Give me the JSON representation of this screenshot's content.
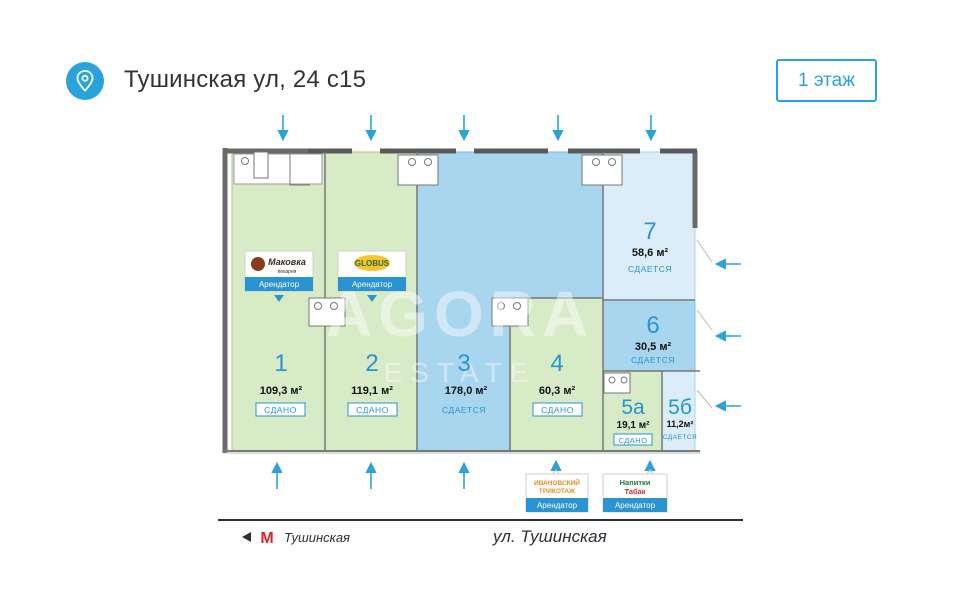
{
  "header": {
    "address": "Тушинская ул, 24 с15",
    "floor": "1 этаж",
    "location_icon": "map-pin-icon"
  },
  "units": [
    {
      "id": "1",
      "area": "109,3 м²",
      "status": "СДАНО"
    },
    {
      "id": "2",
      "area": "119,1 м²",
      "status": "СДАНО"
    },
    {
      "id": "3",
      "area": "178,0 м²",
      "status": "СДАЕТСЯ"
    },
    {
      "id": "4",
      "area": "60,3 м²",
      "status": "СДАНО"
    },
    {
      "id": "5а",
      "area": "19,1 м²",
      "status": "СДАНО"
    },
    {
      "id": "5б",
      "area": "11,2м²",
      "status": "СДАЕТСЯ"
    },
    {
      "id": "6",
      "area": "30,5 м²",
      "status": "СДАЕТСЯ"
    },
    {
      "id": "7",
      "area": "58,6 м²",
      "status": "СДАЕТСЯ"
    }
  ],
  "tenants": {
    "makovka": {
      "logo_main": "Маковка",
      "logo_sub": "пекарня",
      "role": "Арендатор"
    },
    "globus": {
      "logo": "GLOBUS",
      "role": "Арендатор"
    },
    "ivanovsky": {
      "logo_line1": "ИВАНОВСКИЙ",
      "logo_line2": "ТРИКОТАЖ",
      "role": "Арендатор"
    },
    "napitki": {
      "logo_line1": "Напитки",
      "logo_line2": "Табак",
      "role": "Арендатор"
    }
  },
  "street": {
    "metro_station": "Тушинская",
    "metro_letter": "М",
    "street_name": "ул. Тушинская"
  },
  "watermark": {
    "main": "AGORA",
    "sub": "ESTATE"
  },
  "colors": {
    "accent": "#2aa3dd",
    "rented_fill": "#d6ebc6",
    "available_fill": "#a9d6ef",
    "available_light_fill": "#daedf8",
    "metro_red": "#e4202b"
  }
}
